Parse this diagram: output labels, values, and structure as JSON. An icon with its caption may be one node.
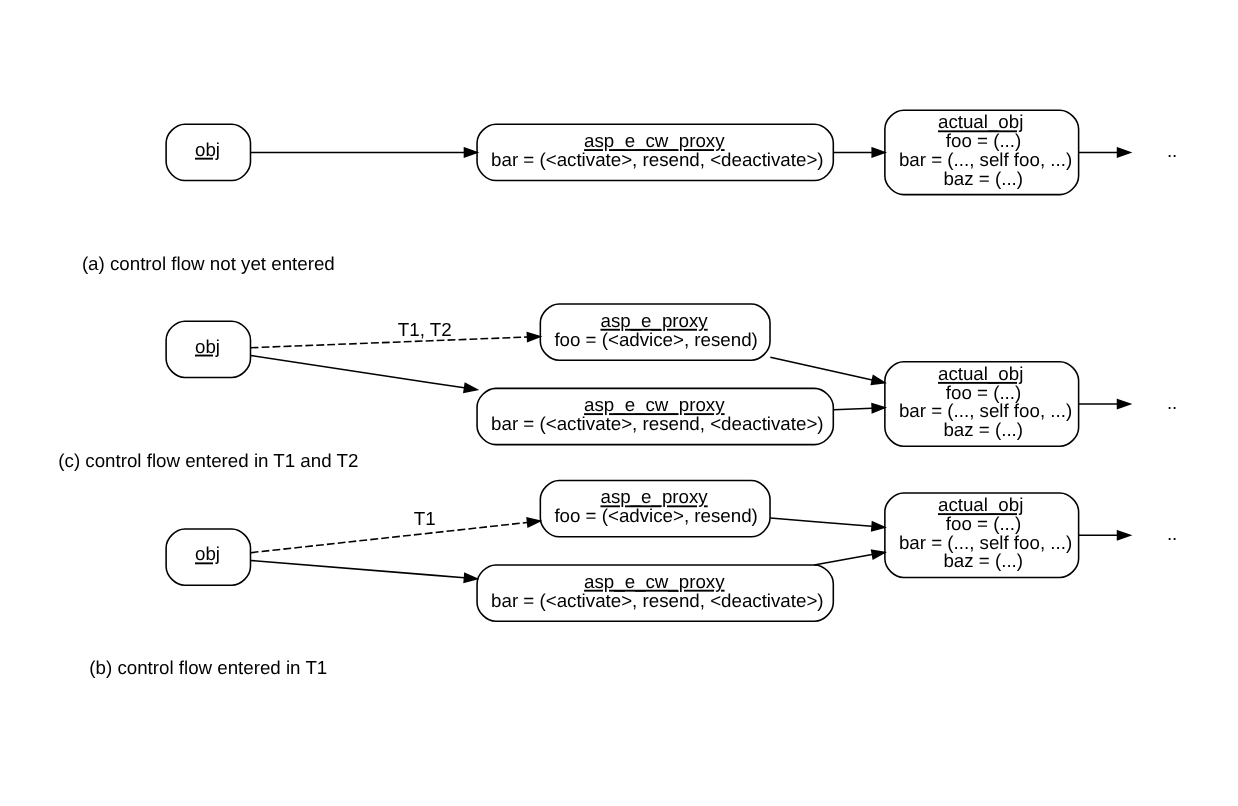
{
  "diagram": {
    "nodes": [
      {
        "text": [
          "obj"
        ]
      },
      {
        "text": [
          "asp_e_cw_proxy",
          "bar = (<activate>, resend, <deactivate>)"
        ]
      },
      {
        "text": [
          "actual_obj",
          "foo = (...)",
          "bar = (..., self foo, ...)",
          "baz = (...)"
        ]
      },
      {
        "text": [
          ".."
        ]
      },
      {
        "text": [
          "asp_e_proxy",
          "foo = (<advice>, resend)"
        ]
      },
      {
        "text": [
          "actual_obj",
          "foo = (...)",
          "bar = (..., self foo, ...)",
          "baz = (...)"
        ]
      },
      {
        "text": [
          "obj"
        ]
      },
      {
        "text": [
          "asp_e_cw_proxy",
          "bar = (<activate>, resend, <deactivate>)"
        ]
      },
      {
        "text": [
          ".."
        ]
      },
      {
        "text": [
          "asp_e_proxy",
          "foo = (<advice>, resend)"
        ]
      },
      {
        "text": [
          "actual_obj",
          "foo = (...)",
          "bar = (..., self foo, ...)",
          "baz = (...)"
        ]
      },
      {
        "text": [
          "obj"
        ]
      },
      {
        "text": [
          "asp_e_cw_proxy",
          "bar = (<activate>, resend, <deactivate>)"
        ]
      },
      {
        "text": [
          ".."
        ]
      }
    ],
    "edges": [
      {
        "from": 0,
        "to": 1,
        "arrow": "to"
      },
      {
        "from": 1,
        "to": 2,
        "arrow": "to"
      },
      {
        "from": 2,
        "to": 3,
        "arrow": "to"
      },
      {
        "from": 6,
        "to": 4,
        "arrow": "to",
        "style": "dashed",
        "label": "T1"
      },
      {
        "from": 4,
        "to": 5,
        "arrow": "to"
      },
      {
        "from": 6,
        "to": 7,
        "arrow": "to"
      },
      {
        "from": 7,
        "to": 5,
        "arrow": "to"
      },
      {
        "from": 5,
        "to": 8,
        "arrow": "to"
      },
      {
        "from": 11,
        "to": 9,
        "arrow": "to",
        "style": "dashed",
        "label": "T1, T2"
      },
      {
        "from": 9,
        "to": 10,
        "arrow": "to"
      },
      {
        "from": 11,
        "to": 12,
        "arrow": "to"
      },
      {
        "from": 12,
        "to": 10,
        "arrow": "to"
      },
      {
        "from": 10,
        "to": 13,
        "arrow": "to"
      }
    ],
    "labels": [
      "(a) control flow not yet entered",
      "(b) control flow entered in T1",
      "(c) control flow entered in T1 and T2"
    ]
  }
}
